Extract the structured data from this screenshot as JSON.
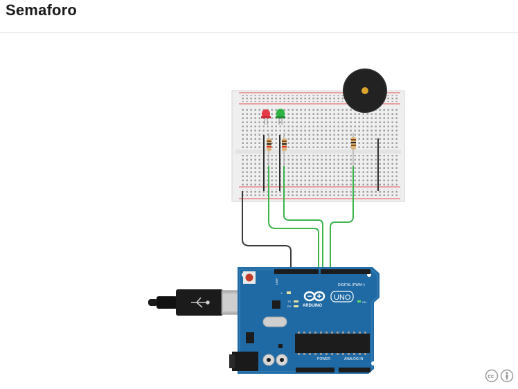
{
  "page": {
    "title": "Semaforo"
  },
  "board": {
    "brand": "ARDUINO",
    "model": "UNO",
    "on_label": "ON",
    "digital_label": "DIGITAL (PWM~)",
    "power_label": "POWER",
    "analog_label": "ANALOG IN",
    "aref_label": "AREF",
    "tx_label": "TX",
    "rx_label": "RX",
    "l_label": "L"
  },
  "colors": {
    "board": "#1f6aa5",
    "wire_green": "#3cb44b",
    "wire_black": "#3a3a3a",
    "led_red": "#e63946",
    "led_green": "#2fb344",
    "rail_red": "#e05050"
  },
  "icons": {
    "cc": "creative-commons-icon",
    "by": "attribution-icon"
  }
}
